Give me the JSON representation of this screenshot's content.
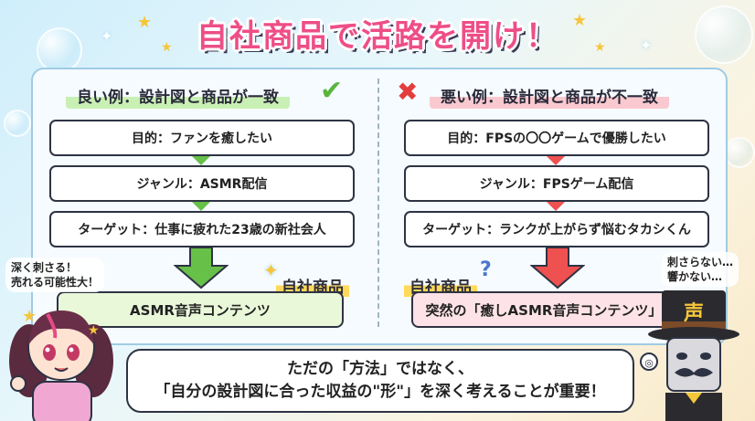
{
  "title": "自社商品で活路を開け！",
  "good": {
    "heading": "良い例：設計図と商品が一致",
    "purpose": "目的：ファンを癒したい",
    "genre": "ジャンル：ASMR配信",
    "target": "ターゲット：仕事に疲れた23歳の新社会人",
    "tag": "自社商品",
    "result": "ASMR音声コンテンツ"
  },
  "bad": {
    "heading": "悪い例：設計図と商品が不一致",
    "purpose": "目的：FPSの〇〇ゲームで優勝したい",
    "genre": "ジャンル：FPSゲーム配信",
    "target": "ターゲット：ランクが上がらず悩むタカシくん",
    "tag": "自社商品",
    "qmark": "?",
    "result": "突然の「癒しASMR音声コンテンツ」"
  },
  "girl_bubble": {
    "line1": "深く刺さる！",
    "line2": "売れる可能性大！"
  },
  "mascot_bubble": {
    "line1": "刺さらない…",
    "line2": "響かない…"
  },
  "mascot_hat_text": "声",
  "speech": {
    "line1": "ただの「方法」ではなく、",
    "line2": "「自分の設計図に合った収益の\"形\"」を深く考えることが重要！"
  },
  "colors": {
    "accent": "#ee4e86",
    "good": "#67c048",
    "bad": "#ef5150",
    "highlight": "#ffd95a"
  }
}
